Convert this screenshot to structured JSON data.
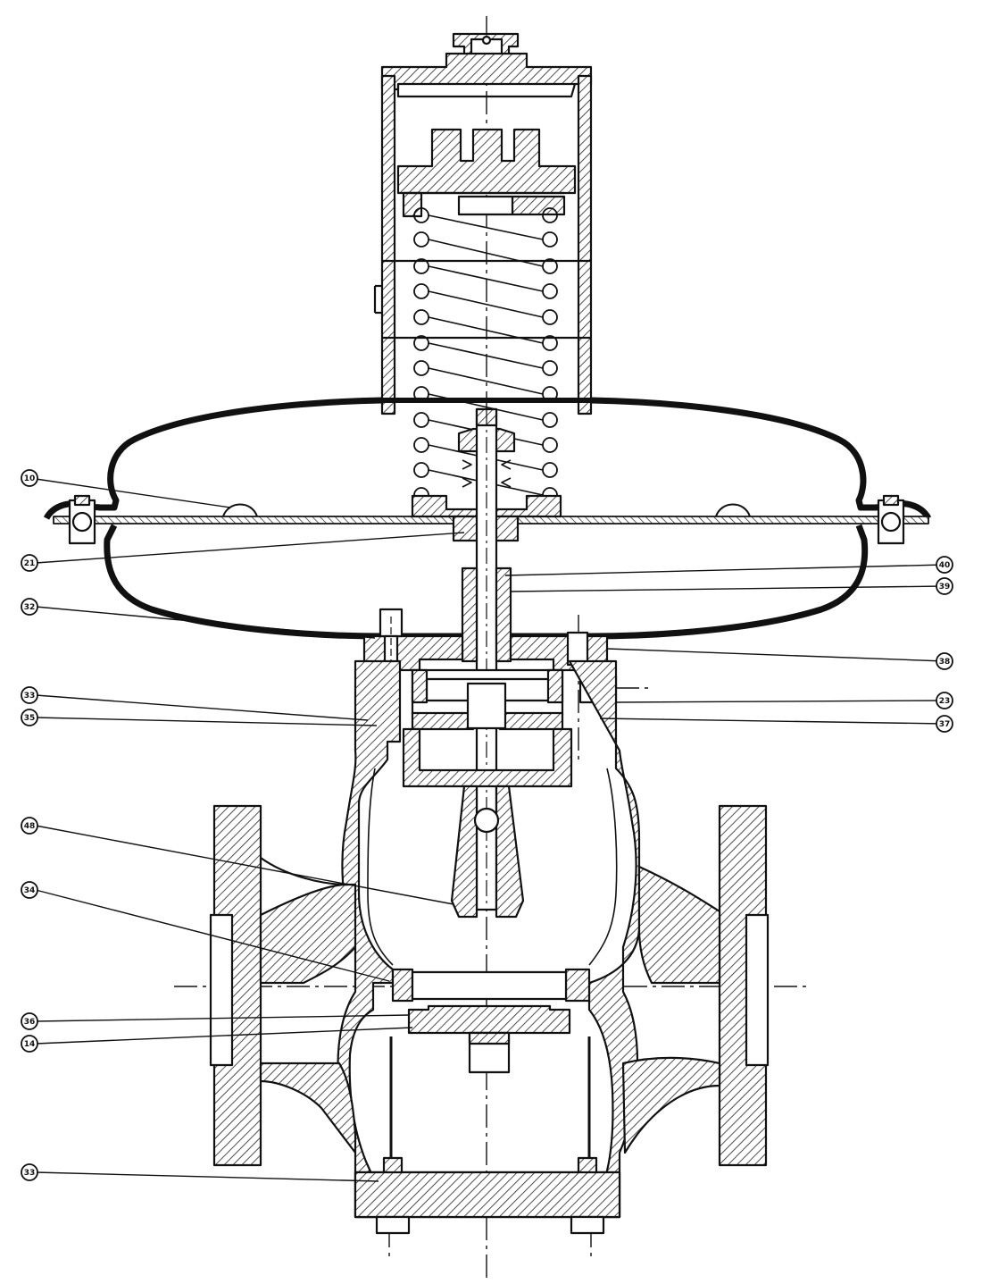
{
  "colors": {
    "ink": "#111111",
    "paper": "#ffffff",
    "hatch": "#222222"
  },
  "callouts": [
    {
      "id": "10",
      "label": "10"
    },
    {
      "id": "21",
      "label": "21"
    },
    {
      "id": "32",
      "label": "32"
    },
    {
      "id": "33a",
      "label": "33"
    },
    {
      "id": "35",
      "label": "35"
    },
    {
      "id": "48",
      "label": "48"
    },
    {
      "id": "34",
      "label": "34"
    },
    {
      "id": "36",
      "label": "36"
    },
    {
      "id": "14",
      "label": "14"
    },
    {
      "id": "33b",
      "label": "33"
    },
    {
      "id": "40",
      "label": "40"
    },
    {
      "id": "39",
      "label": "39"
    },
    {
      "id": "38",
      "label": "38"
    },
    {
      "id": "23",
      "label": "23"
    },
    {
      "id": "37",
      "label": "37"
    }
  ]
}
